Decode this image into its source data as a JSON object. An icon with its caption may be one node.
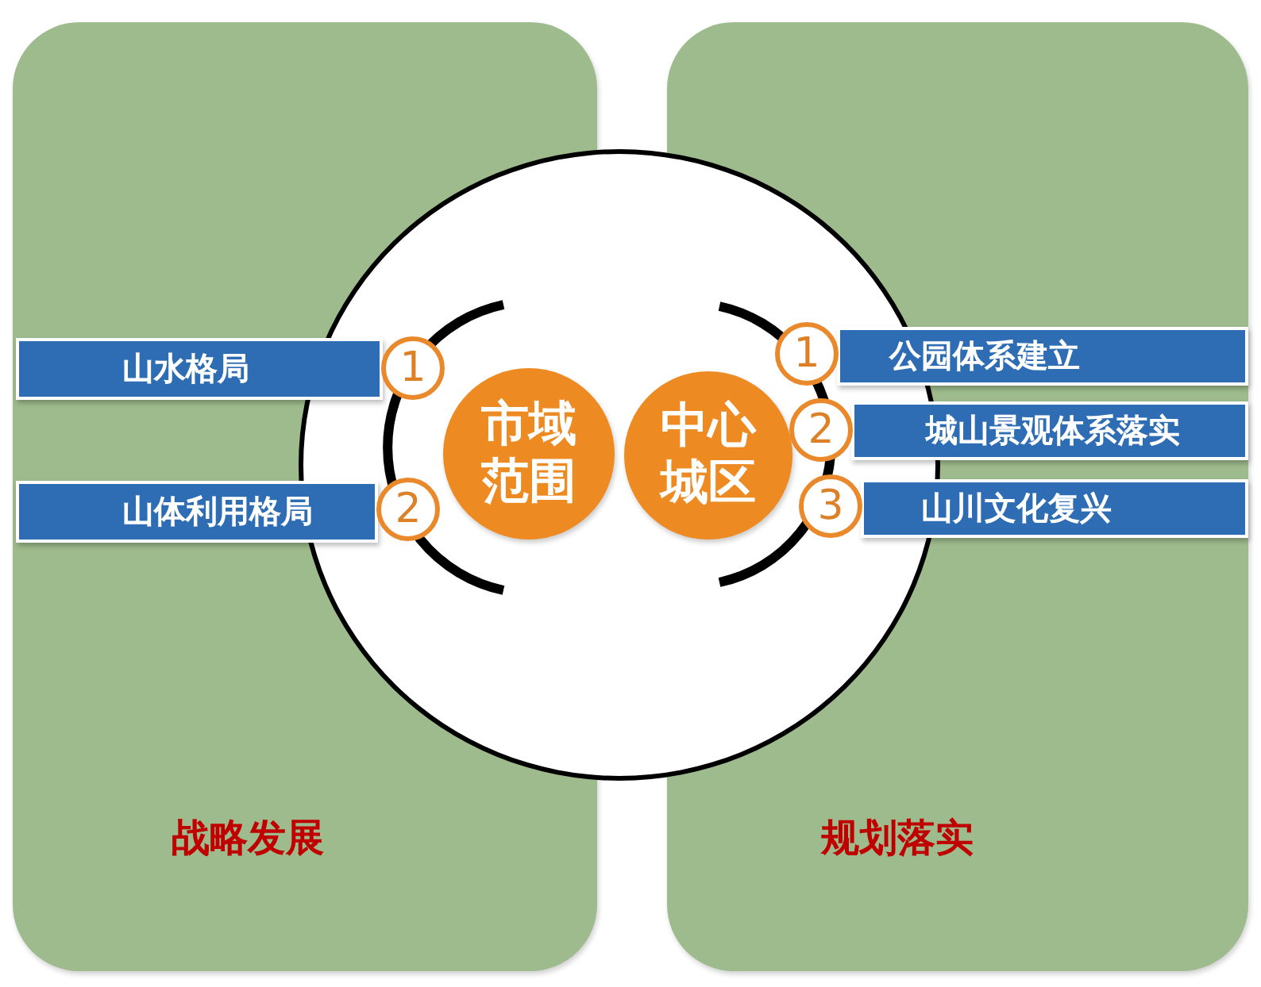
{
  "diagram": {
    "nodes": [
      {
        "text": [
          "战略发展"
        ]
      },
      {
        "text": [
          "规划落实"
        ]
      },
      {
        "text": [],
        "shape": "circle"
      },
      {
        "text": [
          "山水格局"
        ],
        "in": 0
      },
      {
        "text": [
          "1"
        ]
      },
      {
        "text": [
          "市域范围"
        ],
        "in": 2
      },
      {
        "text": [
          "中心城区"
        ],
        "in": 2
      },
      {
        "text": [
          "1"
        ]
      },
      {
        "text": [
          "公园体系建立"
        ],
        "in": 1
      },
      {
        "text": [
          "2"
        ]
      },
      {
        "text": [
          "城山景观体系落实"
        ],
        "in": 1
      },
      {
        "text": [
          "山体利用格局"
        ],
        "in": 0
      },
      {
        "text": [
          "2"
        ]
      },
      {
        "text": [
          "3"
        ]
      },
      {
        "text": [
          "山川文化复兴"
        ],
        "in": 1
      }
    ]
  }
}
